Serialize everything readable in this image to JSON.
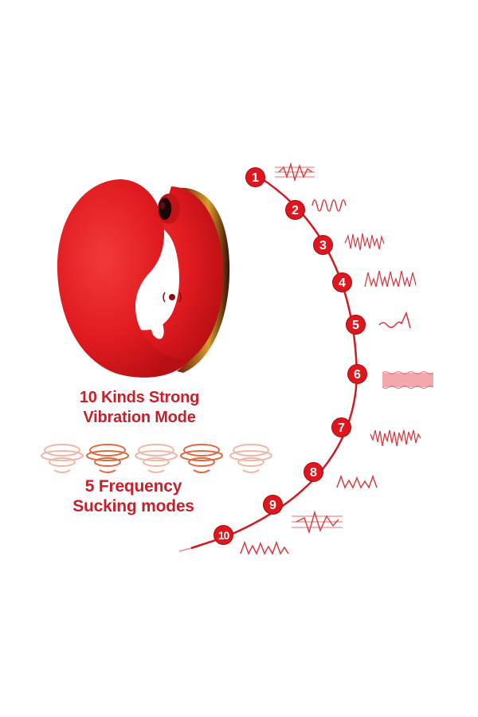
{
  "product": {
    "name": "red-c-shaped-device",
    "color": "#e31a1f",
    "button_icon": "vibration-button-icon"
  },
  "captions": {
    "vibration_line1": "10 Kinds Strong",
    "vibration_line2": "Vibration Mode",
    "sucking_line1": "5 Frequency",
    "sucking_line2": "Sucking modes"
  },
  "suction_icons": [
    {
      "intensity": "light"
    },
    {
      "intensity": "strong"
    },
    {
      "intensity": "light"
    },
    {
      "intensity": "strong"
    },
    {
      "intensity": "light"
    }
  ],
  "modes": [
    {
      "number": "1",
      "wave": "dense-zigzag"
    },
    {
      "number": "2",
      "wave": "even-sine"
    },
    {
      "number": "3",
      "wave": "spiky-burst"
    },
    {
      "number": "4",
      "wave": "pulse-peaks"
    },
    {
      "number": "5",
      "wave": "ripple-peak"
    },
    {
      "number": "6",
      "wave": "constant-band"
    },
    {
      "number": "7",
      "wave": "varied-spikes"
    },
    {
      "number": "8",
      "wave": "rolling-peaks"
    },
    {
      "number": "9",
      "wave": "layered-zigzag"
    },
    {
      "number": "10",
      "wave": "rolling-peaks"
    }
  ],
  "colors": {
    "accent": "#e0161e",
    "text": "#c8202a",
    "arc": "#d01a20"
  }
}
